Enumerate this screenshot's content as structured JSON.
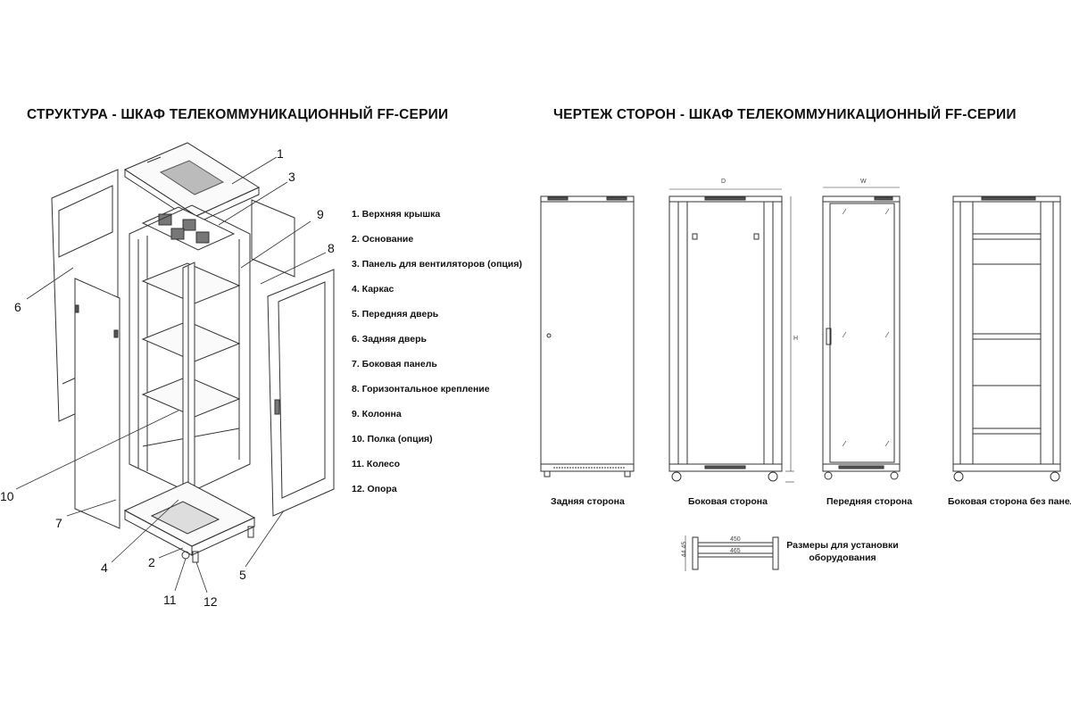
{
  "titles": {
    "structure": "СТРУКТУРА - ШКАФ ТЕЛЕКОММУНИКАЦИОННЫЙ FF-СЕРИИ",
    "drawing": "ЧЕРТЕЖ СТОРОН - ШКАФ ТЕЛЕКОММУНИКАЦИОННЫЙ FF-СЕРИИ"
  },
  "legend": [
    "1. Верхняя крышка",
    "2. Основание",
    "3. Панель для вентиляторов (опция)",
    "4. Каркас",
    "5. Передняя дверь",
    "6. Задняя дверь",
    "7. Боковая панель",
    "8. Горизонтальное крепление",
    "9. Колонна",
    "10. Полка (опция)",
    "11. Колесо",
    "12. Опора"
  ],
  "callouts": {
    "c1": "1",
    "c2": "2",
    "c3": "3",
    "c4": "4",
    "c5": "5",
    "c6": "6",
    "c7": "7",
    "c8": "8",
    "c9": "9",
    "c10": "10",
    "c11": "11",
    "c12": "12"
  },
  "views": {
    "rear": "Задняя сторона",
    "side": "Боковая сторона",
    "front": "Передняя сторона",
    "side_no_panel": "Боковая сторона без панели"
  },
  "mount": {
    "label": "Размеры для установки оборудования",
    "dim_height": "44.45",
    "dim_inner": "450",
    "dim_outer": "465"
  },
  "dims": {
    "depth": "D",
    "width": "W",
    "height": "H"
  },
  "colors": {
    "line": "#333333",
    "text": "#111111"
  }
}
